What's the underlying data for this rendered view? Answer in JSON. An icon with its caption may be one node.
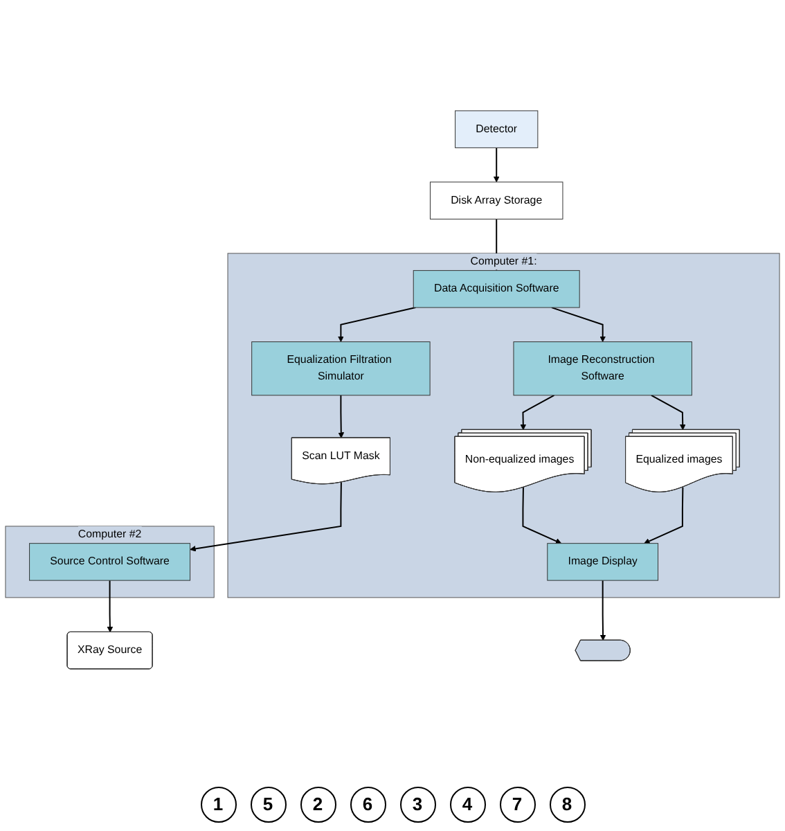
{
  "diagram": {
    "nodes": [
      {
        "text": [
          "Detector"
        ]
      },
      {
        "text": [
          "Disk Array Storage"
        ]
      },
      {
        "text": [
          "XRay Source"
        ]
      },
      {
        "text": [
          "Computer #2"
        ]
      },
      {
        "text": [
          "Source Control Software"
        ],
        "in": 3
      },
      {
        "text": [
          "Computer #1:"
        ]
      },
      {
        "text": [
          "Data Acquisition Software"
        ],
        "in": 5
      },
      {
        "text": [
          "Equalization Filtration Simulator"
        ],
        "in": 5
      },
      {
        "text": [
          "Image Reconstruction Software"
        ],
        "in": 5
      },
      {
        "text": [
          "Scan LUT Mask"
        ],
        "in": 5
      },
      {
        "text": [
          "Non-equalized images"
        ],
        "in": 5
      },
      {
        "text": [
          "Equalized images"
        ],
        "in": 5
      },
      {
        "text": [
          "Image Display"
        ],
        "in": 5
      },
      {
        "text": [],
        "shape": "monitor"
      }
    ],
    "edges": [
      {
        "from": 0,
        "to": 1,
        "arrow": "to"
      },
      {
        "from": 1,
        "to": 6,
        "arrow": "to"
      },
      {
        "from": 4,
        "to": 2,
        "arrow": "to"
      },
      {
        "from": 6,
        "to": 7,
        "arrow": "to"
      },
      {
        "from": 6,
        "to": 8,
        "arrow": "to"
      },
      {
        "from": 7,
        "to": 9,
        "arrow": "to"
      },
      {
        "from": 9,
        "to": 4,
        "arrow": "to"
      },
      {
        "from": 8,
        "to": 10,
        "arrow": "to"
      },
      {
        "from": 8,
        "to": 11,
        "arrow": "to"
      },
      {
        "from": 10,
        "to": 12,
        "arrow": "to"
      },
      {
        "from": 11,
        "to": 12,
        "arrow": "to"
      },
      {
        "from": 12,
        "to": 13,
        "arrow": "to"
      }
    ],
    "labels": [
      "1",
      "5",
      "2",
      "6",
      "3",
      "4",
      "7",
      "8"
    ]
  }
}
